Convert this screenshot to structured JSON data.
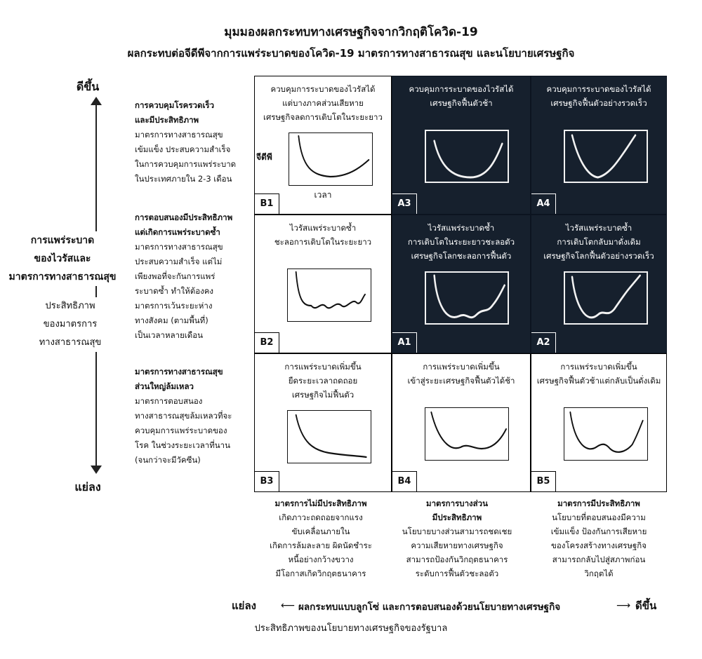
{
  "title": "มุมมองผลกระทบทางเศรษฐกิจจากวิกฤติโควิด-19",
  "subtitle": "ผลกระทบต่อจีดีพีจากการแพร่ระบาดของโควิด-19 มาตรการทางสาธารณสุข และนโยบายเศรษฐกิจ",
  "y_axis": {
    "better": "ดีขึ้น",
    "worse": "แย่ลง",
    "label_lines": [
      "การแพร่ระบาด",
      "ของไวรัสและ",
      "มาตรการทางสาธารณสุข"
    ],
    "sub_lines": [
      "ประสิทธิภาพ",
      "ของมาตรการ",
      "ทางสาธารณสุข"
    ]
  },
  "row_descriptions": [
    {
      "heading": [
        "การควบคุมโรครวดเร็ว",
        "และมีประสิทธิภาพ"
      ],
      "body": [
        "มาตรการทางสาธารณสุข",
        "เข้มแข็ง ประสบความสำเร็จ",
        "ในการควบคุมการแพร่ระบาด",
        "ในประเทศภายใน 2-3 เดือน"
      ]
    },
    {
      "heading": [
        "การตอบสนองมีประสิทธิภาพ",
        "แต่เกิดการแพร่ระบาดซ้ำ"
      ],
      "body": [
        "มาตรการทางสาธารณสุข",
        "ประสบความสำเร็จ แต่ไม่",
        "เพียงพอที่จะกันการแพร่",
        "ระบาดซ้ำ ทำให้ต้องคง",
        "มาตรการเว้นระยะห่าง",
        "ทางสังคม (ตามพื้นที่)",
        "เป็นเวลาหลายเดือน"
      ]
    },
    {
      "heading": [
        "มาตรการทางสาธารณสุข",
        "ส่วนใหญ่ล้มเหลว"
      ],
      "body": [
        "มาตรการตอบสนอง",
        "ทางสาธารณสุขล้มเหลวที่จะ",
        "ควบคุมการแพร่ระบาดของ",
        "โรค ในช่วงระยะเวลาที่นาน",
        "(จนกว่าจะมีวัคซีน)"
      ]
    }
  ],
  "cells": [
    {
      "code": "B1",
      "theme": "light",
      "text": [
        "ควบคุมการระบาดของไวรัสได้",
        "แต่บางภาคส่วนเสียหาย",
        "เศรษฐกิจลดการเติบโตในระยะยาว"
      ],
      "axis_y": "จีดีพี",
      "axis_x": "เวลา",
      "curve": "b1"
    },
    {
      "code": "A3",
      "theme": "dark",
      "text": [
        "ควบคุมการระบาดของไวรัสได้",
        "เศรษฐกิจฟื้นตัวช้า"
      ],
      "curve": "a3"
    },
    {
      "code": "A4",
      "theme": "dark",
      "text": [
        "ควบคุมการระบาดของไวรัสได้",
        "เศรษฐกิจฟื้นตัวอย่างรวดเร็ว"
      ],
      "curve": "a4"
    },
    {
      "code": "B2",
      "theme": "light",
      "text": [
        "ไวรัสแพร่ระบาดซ้ำ",
        "ชะลอการเติบโตในระยะยาว"
      ],
      "curve": "b2"
    },
    {
      "code": "A1",
      "theme": "dark",
      "text": [
        "ไวรัสแพร่ระบาดซ้ำ",
        "การเติบโตในระยะยาวชะลอตัว",
        "เศรษฐกิจโลกชะลอการฟื้นตัว"
      ],
      "curve": "a1"
    },
    {
      "code": "A2",
      "theme": "dark",
      "text": [
        "ไวรัสแพร่ระบาดซ้ำ",
        "การเติบโตกลับมาดั่งเดิม",
        "เศรษฐกิจโลกฟื้นตัวอย่างรวดเร็ว"
      ],
      "curve": "a2"
    },
    {
      "code": "B3",
      "theme": "light",
      "text": [
        "การแพร่ระบาดเพิ่มขึ้น",
        "ยืดระยะเวลาถดถอย",
        "เศรษฐกิจไม่ฟื้นตัว"
      ],
      "curve": "b3"
    },
    {
      "code": "B4",
      "theme": "light",
      "text": [
        "การแพร่ระบาดเพิ่มขึ้น",
        "เข้าสู่ระยะเศรษฐกิจฟื้นตัวได้ช้า"
      ],
      "curve": "b4"
    },
    {
      "code": "B5",
      "theme": "light",
      "text": [
        "การแพร่ระบาดเพิ่มขึ้น",
        "เศรษฐกิจฟื้นตัวช้าแต่กลับเป็นดั่งเดิม"
      ],
      "curve": "b5"
    }
  ],
  "bottom_columns": [
    {
      "heading": [
        "มาตรการไม่มีประสิทธิภาพ"
      ],
      "body": [
        "เกิดภาวะถดถอยจากแรง",
        "ขับเคลื่อนภายใน",
        "เกิดการล้มละลาย ผิดนัดชำระ",
        "หนี้อย่างกว้างขวาง",
        "มีโอกาสเกิดวิกฤตธนาคาร"
      ]
    },
    {
      "heading": [
        "มาตรการบางส่วน",
        "มีประสิทธิภาพ"
      ],
      "body": [
        "นโยบายบางส่วนสามารถชดเชย",
        "ความเสียหายทางเศรษฐกิจ",
        "สามารถป้องกันวิกฤตธนาคาร",
        "ระดับการฟื้นตัวชะลอตัว"
      ]
    },
    {
      "heading": [
        "มาตรการมีประสิทธิภาพ"
      ],
      "body": [
        "นโยบายที่ตอบสนองมีความ",
        "เข้มแข็ง ป้องกันการเสียหาย",
        "ของโครงสร้างทางเศรษฐกิจ",
        "สามารถกลับไปสู่สภาพก่อน",
        "วิกฤตได้"
      ]
    }
  ],
  "x_axis": {
    "worse": "แย่ลง",
    "better": "ดีขึ้น",
    "label": "ผลกระทบแบบลูกโซ่ และการตอบสนองด้วยนโยบายทางเศรษฐกิจ",
    "sub": "ประสิทธิภาพของนโยบายทางเศรษฐกิจของรัฐบาล",
    "arrow_left": "⟵",
    "arrow_right": "⟶"
  },
  "colors": {
    "dark_cell": "#16202d",
    "light_cell": "#ffffff",
    "line_dark": "#f2f2f2",
    "line_light": "#111111"
  }
}
